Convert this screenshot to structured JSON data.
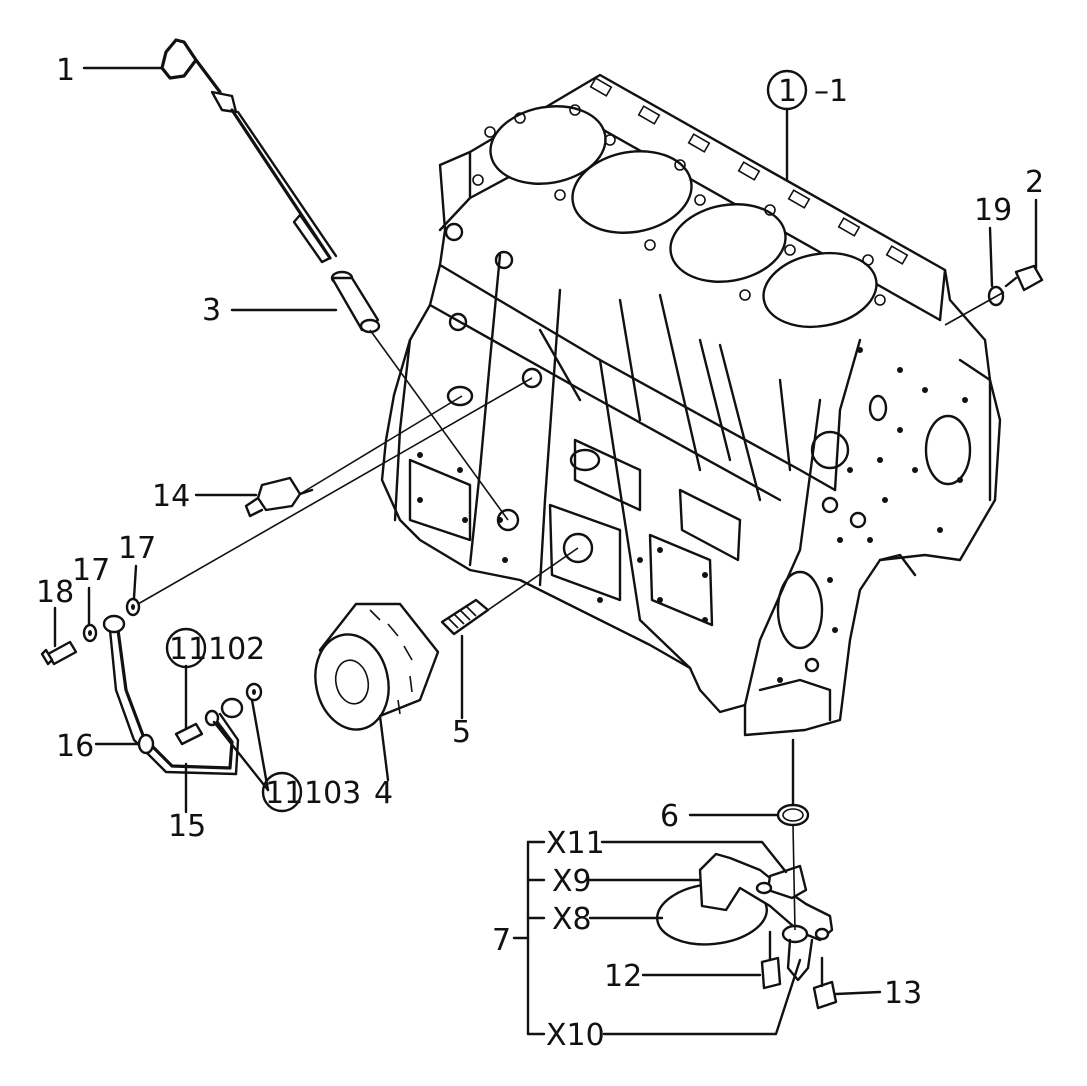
{
  "labels": {
    "l1": "1",
    "l1_1": "–1",
    "c1": "1",
    "l2": "2",
    "l3": "3",
    "l4": "4",
    "l5": "5",
    "l6": "6",
    "l7": "7",
    "l12": "12",
    "l13": "13",
    "l14": "14",
    "l15": "15",
    "l16": "16",
    "l17a": "17",
    "l17b": "17",
    "l18": "18",
    "l19": "19",
    "c11a": "11",
    "l102": "102",
    "c11b": "11",
    "l103": "103",
    "x8": "X8",
    "x9": "X9",
    "x10": "X10",
    "x11": "X11"
  },
  "colors": {
    "ink": "#111111",
    "paper": "#ffffff"
  }
}
